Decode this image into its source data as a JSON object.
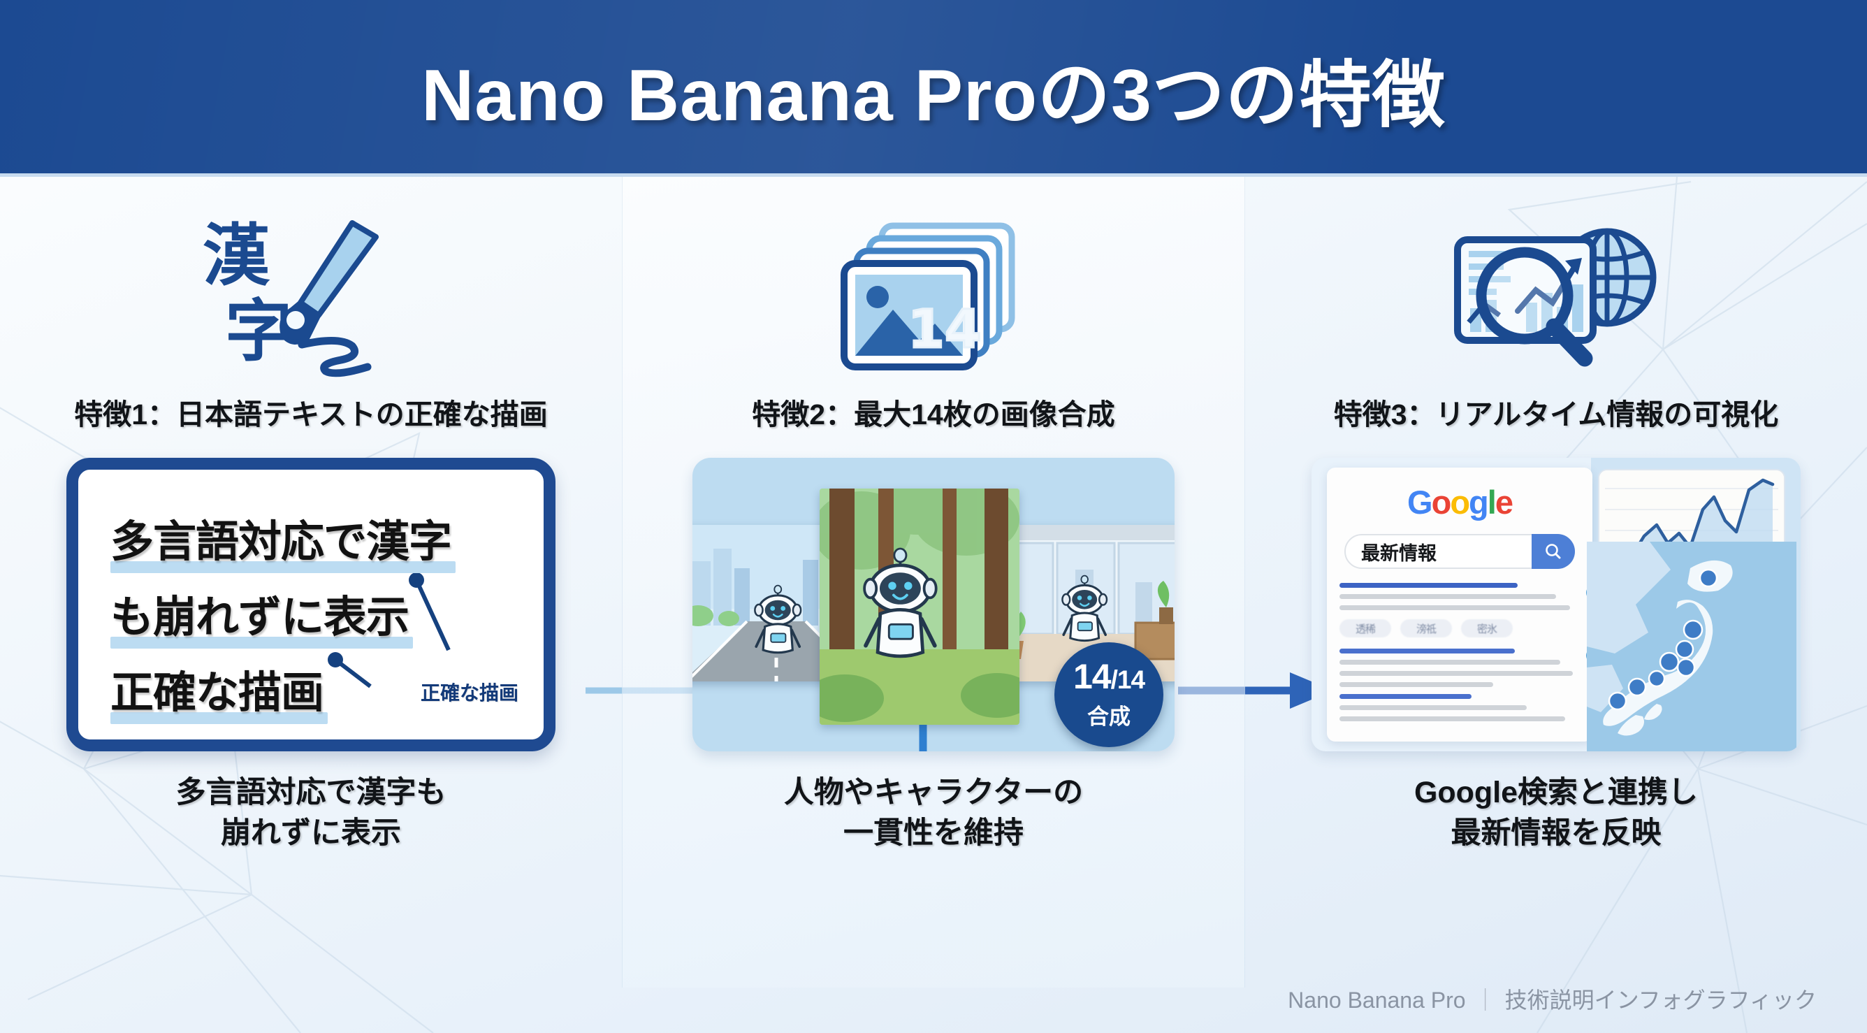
{
  "header": {
    "title": "Nano Banana Proの3つの特徴",
    "bg_color": "#1c4a92",
    "text_color": "#ffffff"
  },
  "columns": [
    {
      "id": "feature-1",
      "icon_name": "kanji-brush-icon",
      "icon_text": "漢字",
      "label": "特徴1：日本語テキストの正確な描画",
      "card": {
        "type": "text-render-demo",
        "lines": [
          "多言語対応で漢字",
          "も崩れずに表示",
          "正確な描画"
        ],
        "annotation": "正確な描画",
        "border_color": "#1f4a91",
        "highlight_color": "#bcdcf2"
      },
      "caption": [
        "多言語対応で漢字も",
        "崩れずに表示"
      ]
    },
    {
      "id": "feature-2",
      "icon_name": "stacked-images-icon",
      "icon_badge": "14",
      "label": "特徴2：最大14枚の画像合成",
      "card": {
        "type": "image-composite-demo",
        "scenes": [
          "city-street-robot",
          "forest-robot",
          "office-robot"
        ],
        "badge_number": "14",
        "badge_denominator": "/14",
        "badge_sub": "合成",
        "badge_color": "#194a8e",
        "bg_color": "#bddcf1"
      },
      "caption": [
        "人物やキャラクターの",
        "一貫性を維持"
      ]
    },
    {
      "id": "feature-3",
      "icon_name": "chart-magnifier-globe-icon",
      "label": "特徴3：リアルタイム情報の可視化",
      "card": {
        "type": "google-search-demo",
        "logo": {
          "letters": [
            "G",
            "o",
            "o",
            "g",
            "l",
            "e"
          ],
          "colors": [
            "#4285F4",
            "#EA4335",
            "#FBBC05",
            "#4285F4",
            "#34A853",
            "#EA4335"
          ]
        },
        "search_query": "最新情報",
        "search_icon": "magnifier-icon",
        "chips": [
          "透稀",
          "滂祗",
          "密氷"
        ],
        "chart_name": "trend-line-chart",
        "map_name": "japan-map-with-markers"
      },
      "caption": [
        "Google検索と連携し",
        "最新情報を反映"
      ]
    }
  ],
  "connectors": [
    {
      "from": "feature-1",
      "to": "feature-2",
      "style": "line",
      "color": "#9cc8e8"
    },
    {
      "from": "feature-2",
      "to": "feature-3",
      "style": "arrow",
      "color": "#2e64b8"
    }
  ],
  "footer": {
    "brand": "Nano Banana Pro",
    "separator": "｜",
    "subtitle": "技術説明インフォグラフィック"
  },
  "chart_data": {
    "type": "line",
    "title": "",
    "x": [
      0,
      1,
      2,
      3,
      4,
      5,
      6,
      7,
      8,
      9,
      10,
      11,
      12,
      13,
      14
    ],
    "values": [
      5,
      22,
      16,
      26,
      20,
      42,
      30,
      27,
      22,
      47,
      54,
      40,
      33,
      66,
      60
    ],
    "xlabel": "",
    "ylabel": "",
    "ylim": [
      0,
      72
    ],
    "grid": true,
    "legend": "none",
    "line_color": "#2e5f9e",
    "fill_color": "#bcd9f0"
  }
}
